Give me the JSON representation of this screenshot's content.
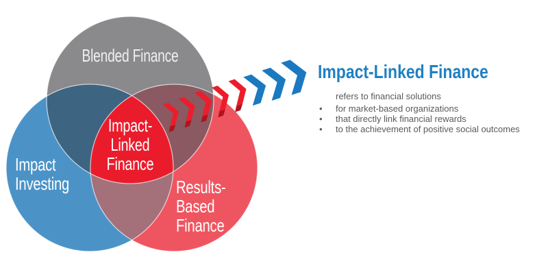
{
  "diagram": {
    "circles": {
      "blended": {
        "label": "Blended Finance",
        "color": "#8a8a8d"
      },
      "investing": {
        "line1": "Impact",
        "line2": "Investing",
        "color": "#4b93c7"
      },
      "results": {
        "line1": "Results-",
        "line2": "Based",
        "line3": "Finance",
        "color": "#ef5560"
      }
    },
    "overlaps": {
      "blended_investing": "#3d6480",
      "blended_results": "#8a5961",
      "investing_results": "#a4707a"
    },
    "center": {
      "line1": "Impact-",
      "line2": "Linked",
      "line3": "Finance",
      "color": "#ea1c2c"
    },
    "outline_color": "rgba(255,255,255,0.7)"
  },
  "arrow": {
    "red_color": "#ed1c2b",
    "red_fold_color": "#b0121e",
    "blue_color": "#1b79c0"
  },
  "panel": {
    "title": "Impact-Linked Finance",
    "title_color": "#1f80c3",
    "text_color": "#58595b",
    "lines": [
      {
        "bullet": "",
        "text": "refers to financial solutions"
      },
      {
        "bullet": "•",
        "text": "for market-based organizations"
      },
      {
        "bullet": "•",
        "text": "that directly link financial rewards"
      },
      {
        "bullet": "•",
        "text": "to the achievement of positive social outcomes"
      }
    ]
  }
}
